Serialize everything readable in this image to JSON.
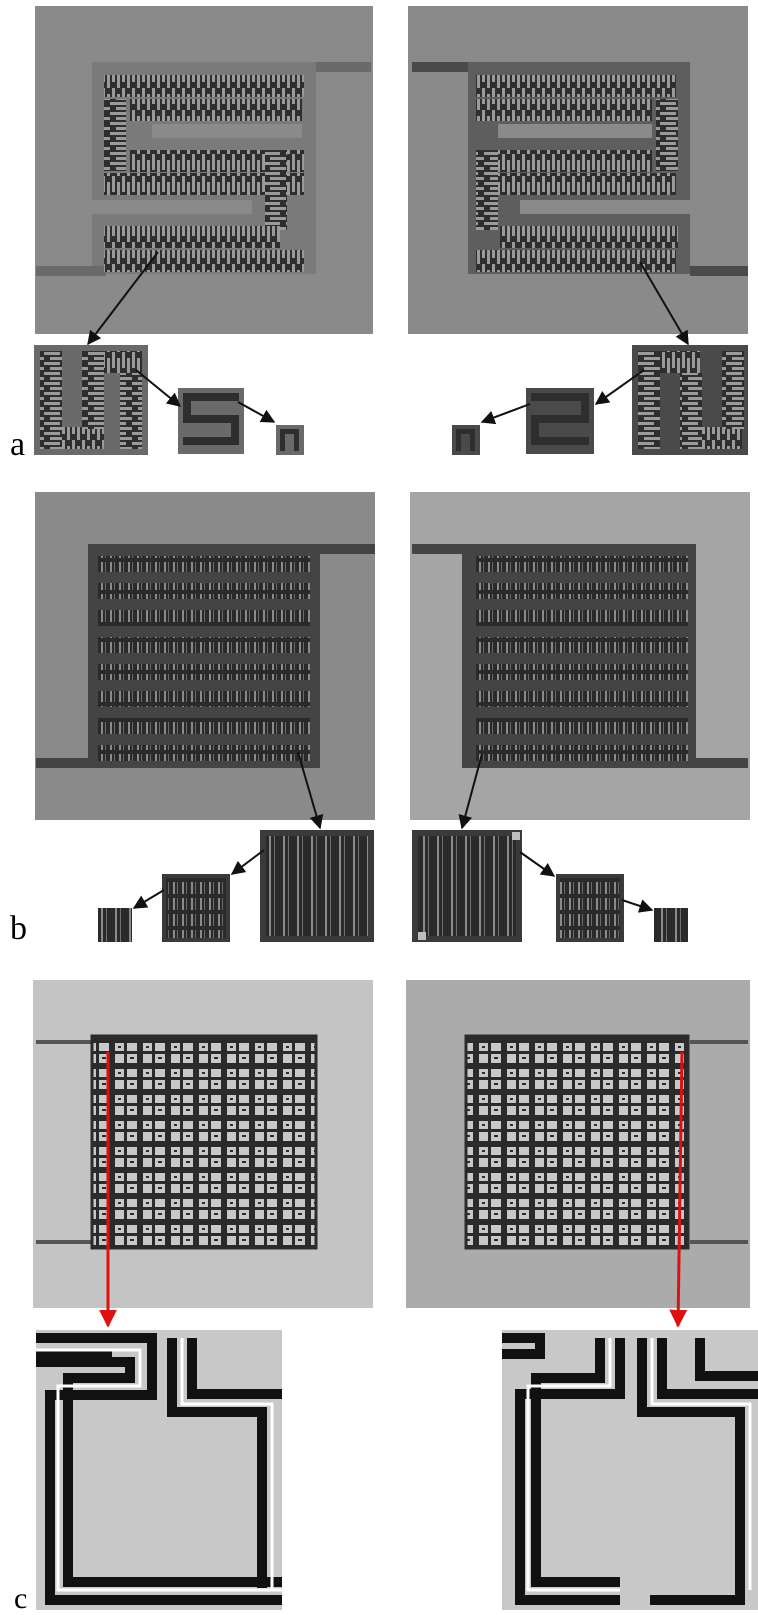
{
  "figure": {
    "panels": [
      {
        "id": "a",
        "label": "a",
        "description_icons": [
          "serpentine-pattern",
          "fractal-zoom-arrows"
        ]
      },
      {
        "id": "b",
        "label": "b",
        "description_icons": [
          "comb-array-pattern",
          "fractal-zoom-arrows"
        ]
      },
      {
        "id": "c",
        "label": "c",
        "description_icons": [
          "maze-pattern",
          "zoom-arrow-red"
        ]
      }
    ]
  },
  "colors": {
    "background": "#ffffff",
    "substrate_mid": "#8a8a8a",
    "substrate_light": "#c4c4c4",
    "pattern_dark": "#3c3c3c",
    "pattern_black": "#111111",
    "arrow_black": "#111111",
    "arrow_red": "#e01010"
  }
}
